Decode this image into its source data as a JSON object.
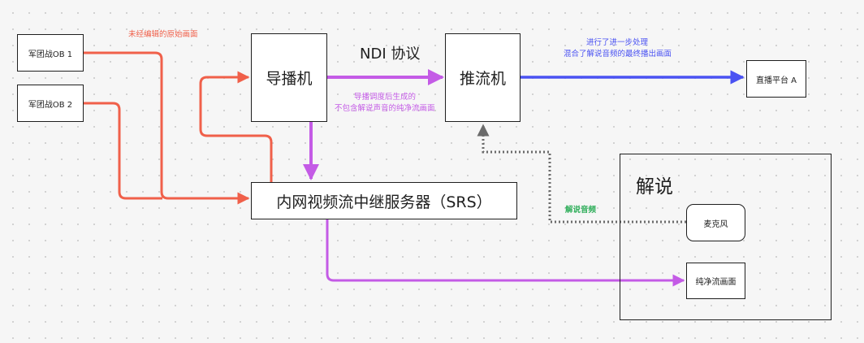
{
  "colors": {
    "red": "#f0604a",
    "purple": "#c45be6",
    "blue": "#4a52f2",
    "gray": "#6b6b6b",
    "green": "#2fae5a"
  },
  "nodes": {
    "ob1": "军团战OB 1",
    "ob2": "军团战OB 2",
    "director": "导播机",
    "streamer": "推流机",
    "platform": "直播平台 A",
    "relay": "内网视频流中继服务器（SRS）",
    "commentary_group": "解说",
    "mic": "麦克风",
    "clean_feed": "纯净流画面"
  },
  "labels": {
    "raw_feed": "未经编辑的原始画面",
    "ndi": "NDI 协议",
    "clean_line1": "导播调度后生成的",
    "clean_line2": "不包含解说声音的纯净流画面",
    "mix_line1": "进行了进一步处理",
    "mix_line2": "混合了解说音频的最终播出画面",
    "commentary_audio": "解说音频"
  }
}
